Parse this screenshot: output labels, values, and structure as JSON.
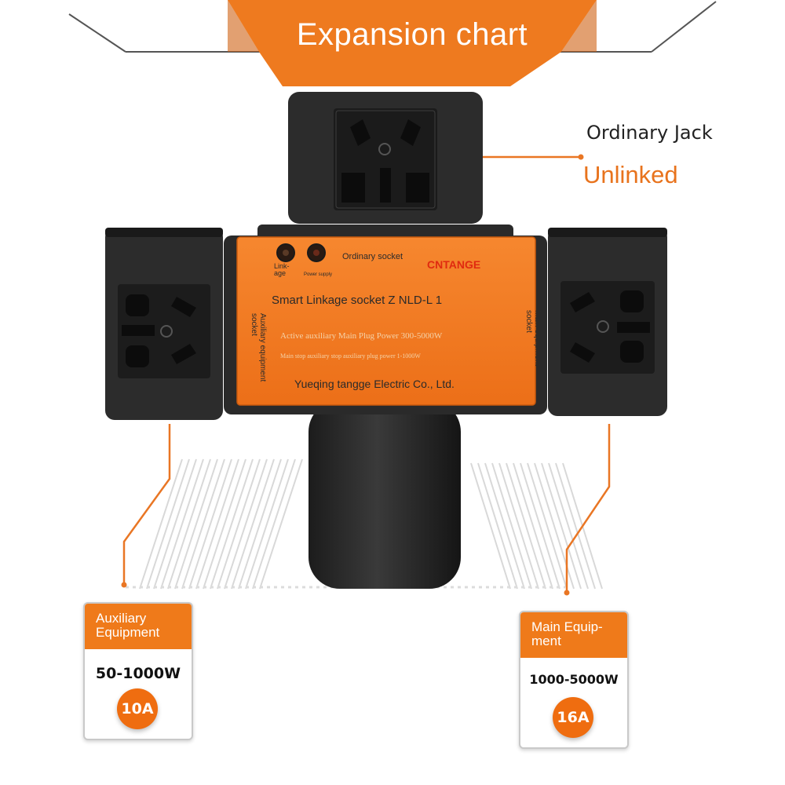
{
  "banner": {
    "title": "Expansion chart"
  },
  "callout": {
    "title": "Ordinary Jack",
    "status": "Unlinked"
  },
  "device": {
    "brand": "CNTANGE",
    "top_label": "Ordinary socket",
    "led_linkage": "Link-\nage",
    "led_power": "Power supply",
    "model": "Smart Linkage socket Z NLD-L 1",
    "spec_line_1": "Active auxiliary Main Plug Power 300-5000W",
    "spec_line_2": "Main stop auxiliary stop auxiliary plug power 1-1000W",
    "maker": "Yueqing tangge Electric Co., Ltd.",
    "left_side_label": "Auxiliary equipment socket",
    "right_side_label": "Main equipment socket"
  },
  "aux_box": {
    "heading": "Auxiliary\nEquipment",
    "power": "50-1000W",
    "current": "10A"
  },
  "main_box": {
    "heading": "Main Equip-\nment",
    "power": "1000-5000W",
    "current": "16A"
  },
  "colors": {
    "accent": "#ef7a1a",
    "device_dark": "#2a2a2a",
    "label_bg": "#f07b22"
  }
}
